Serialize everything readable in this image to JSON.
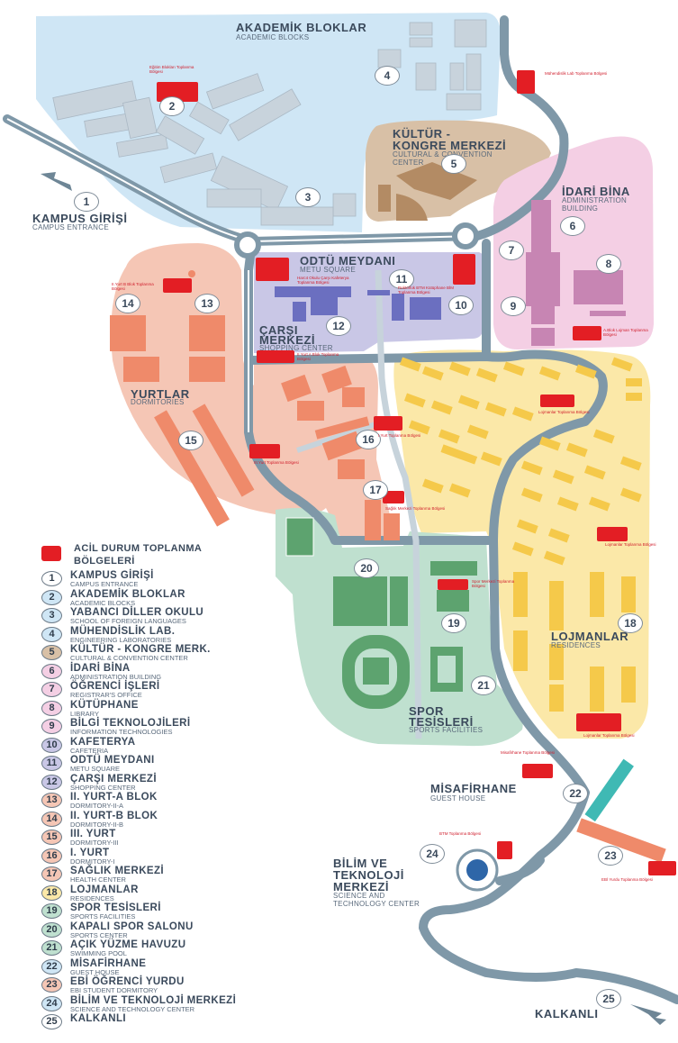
{
  "colors": {
    "road": "#7f98a8",
    "academic": "#cfe6f5",
    "culture": "#d8c0a6",
    "admin": "#f4cfe4",
    "square": "#c9c7e6",
    "dorm": "#f5c6b5",
    "residence": "#fbe8a8",
    "sports": "#bfe0cf",
    "assembly": "#e31e24"
  },
  "areas": {
    "academic": {
      "title": "AKADEMİK BLOKLAR",
      "subtitle": "ACADEMIC BLOCKS"
    },
    "culture": {
      "title_line1": "KÜLTÜR -",
      "title_line2": "KONGRE MERKEZİ",
      "subtitle_line1": "CULTURAL & CONVENTION",
      "subtitle_line2": "CENTER"
    },
    "admin": {
      "title": "İDARİ BİNA",
      "subtitle_line1": "ADMINISTRATION",
      "subtitle_line2": "BUILDING"
    },
    "square": {
      "title": "ODTÜ MEYDANI",
      "subtitle": "METU SQUARE"
    },
    "shopping": {
      "title_line1": "ÇARŞI",
      "title_line2": "MERKEZİ",
      "subtitle": "SHOPPING CENTER"
    },
    "dorms": {
      "title": "YURTLAR",
      "subtitle": "DORMITORIES"
    },
    "residences": {
      "title": "LOJMANLAR",
      "subtitle": "RESIDENCES"
    },
    "sports": {
      "title_line1": "SPOR",
      "title_line2": "TESİSLERİ",
      "subtitle": "SPORTS FACILITIES"
    },
    "guesthouse": {
      "title": "MİSAFİRHANE",
      "subtitle": "GUEST HOUSE"
    },
    "science": {
      "title_line1": "BİLİM VE",
      "title_line2": "TEKNOLOJİ",
      "title_line3": "MERKEZİ",
      "subtitle_line1": "SCIENCE AND",
      "subtitle_line2": "TECHNOLOGY CENTER"
    },
    "entrance": {
      "title": "KAMPUS GİRİŞİ",
      "subtitle": "CAMPUS ENTRANCE"
    },
    "kalkanli": {
      "title": "KALKANLI"
    }
  },
  "assembly_points": {
    "academic": "Eğitim Blokları Toplanma Bölgesi",
    "engineering": "Mühendislik Lab Toplanma Bölgesi",
    "dorm2b": "II.Yurt B Blok Toplanma Bölgesi",
    "market": "Harcıt Okulu Çarşı Kafeterya Toplanma Bölgesi",
    "library": "Rektörlük BTM Kütüphane BİM Toplanma Bölgesi",
    "dorm2a": "II.Yurt A Blok Toplanma Bölgesi",
    "admin": "A.Blok Lojman Toplanma Bölgesi",
    "residence_n": "Lojmanlar Toplanma Bölgesi",
    "dorm1": "I.Yurt Toplanma Bölgesi",
    "dorm3": "III.Yurt Toplanma Bölgesi",
    "health": "Sağlık Merkezi Toplanma Bölgesi",
    "residence_m": "Lojmanlar Toplanma Bölgesi",
    "sports": "Spor Merkezi Toplanma Bölgesi",
    "residence_s": "Lojmanlar Toplanma Bölgesi",
    "guest": "Misafirhane Toplanma Bölgesi",
    "btm": "BTM Toplanma Bölgesi",
    "ebi": "EBİ Yurdu Toplanma Bölgesi"
  },
  "map_numbers": [
    "1",
    "2",
    "3",
    "4",
    "5",
    "6",
    "7",
    "8",
    "9",
    "10",
    "11",
    "12",
    "13",
    "14",
    "15",
    "16",
    "17",
    "18",
    "19",
    "20",
    "21",
    "22",
    "23",
    "24",
    "25"
  ],
  "legend": {
    "header_line1": "ACİL DURUM TOPLANMA",
    "header_line2": "BÖLGELERİ",
    "items": [
      {
        "num": "1",
        "name": "KAMPUS GİRİŞİ",
        "sub": "CAMPUS ENTRANCE",
        "color": "#ffffff"
      },
      {
        "num": "2",
        "name": "AKADEMİK BLOKLAR",
        "sub": "ACADEMIC BLOCKS",
        "color": "#cfe6f5"
      },
      {
        "num": "3",
        "name": "YABANCI DİLLER OKULU",
        "sub": "SCHOOL OF FOREIGN LANGUAGES",
        "color": "#cfe6f5"
      },
      {
        "num": "4",
        "name": "MÜHENDİSLİK LAB.",
        "sub": "ENGINEERING LABORATORIES",
        "color": "#cfe6f5"
      },
      {
        "num": "5",
        "name": "KÜLTÜR - KONGRE MERK.",
        "sub": "CULTURAL & CONVENTION CENTER",
        "color": "#d8c0a6"
      },
      {
        "num": "6",
        "name": "İDARİ BİNA",
        "sub": "ADMINISTRATION BUILDING",
        "color": "#f4cfe4"
      },
      {
        "num": "7",
        "name": "ÖĞRENCİ İŞLERİ",
        "sub": "REGISTRAR'S OFFICE",
        "color": "#f4cfe4"
      },
      {
        "num": "8",
        "name": "KÜTÜPHANE",
        "sub": "LIBRARY",
        "color": "#f4cfe4"
      },
      {
        "num": "9",
        "name": "BİLGİ TEKNOLOJİLERİ",
        "sub": "INFORMATION TECHNOLOGIES",
        "color": "#f4cfe4"
      },
      {
        "num": "10",
        "name": "KAFETERYA",
        "sub": "CAFETERIA",
        "color": "#c9c7e6"
      },
      {
        "num": "11",
        "name": "ODTÜ MEYDANI",
        "sub": "METU SQUARE",
        "color": "#c9c7e6"
      },
      {
        "num": "12",
        "name": "ÇARŞI MERKEZİ",
        "sub": "SHOPPING CENTER",
        "color": "#c9c7e6"
      },
      {
        "num": "13",
        "name": "II. YURT-A BLOK",
        "sub": "DORMITORY-II-A",
        "color": "#f5c6b5"
      },
      {
        "num": "14",
        "name": "II. YURT-B BLOK",
        "sub": "DORMITORY-II-B",
        "color": "#f5c6b5"
      },
      {
        "num": "15",
        "name": "III. YURT",
        "sub": "DORMITORY-III",
        "color": "#f5c6b5"
      },
      {
        "num": "16",
        "name": "I. YURT",
        "sub": "DORMITORY-I",
        "color": "#f5c6b5"
      },
      {
        "num": "17",
        "name": "SAĞLIK MERKEZİ",
        "sub": "HEALTH CENTER",
        "color": "#f5c6b5"
      },
      {
        "num": "18",
        "name": "LOJMANLAR",
        "sub": "RESIDENCES",
        "color": "#fbe8a8"
      },
      {
        "num": "19",
        "name": "SPOR TESİSLERİ",
        "sub": "SPORTS FACILITIES",
        "color": "#bfe0cf"
      },
      {
        "num": "20",
        "name": "KAPALI SPOR SALONU",
        "sub": "SPORTS CENTER",
        "color": "#bfe0cf"
      },
      {
        "num": "21",
        "name": "AÇIK YÜZME HAVUZU",
        "sub": "SWIMMING POOL",
        "color": "#bfe0cf"
      },
      {
        "num": "22",
        "name": "MİSAFİRHANE",
        "sub": "GUEST HOUSE",
        "color": "#cfe6f5"
      },
      {
        "num": "23",
        "name": "EBİ ÖĞRENCİ YURDU",
        "sub": "EBI STUDENT DORMITORY",
        "color": "#f5c6b5"
      },
      {
        "num": "24",
        "name": "BİLİM VE TEKNOLOJİ MERKEZİ",
        "sub": "SCIENCE AND TECHNOLOGY CENTER",
        "color": "#cfe6f5"
      },
      {
        "num": "25",
        "name": "KALKANLI",
        "sub": "",
        "color": "#ffffff"
      }
    ]
  }
}
